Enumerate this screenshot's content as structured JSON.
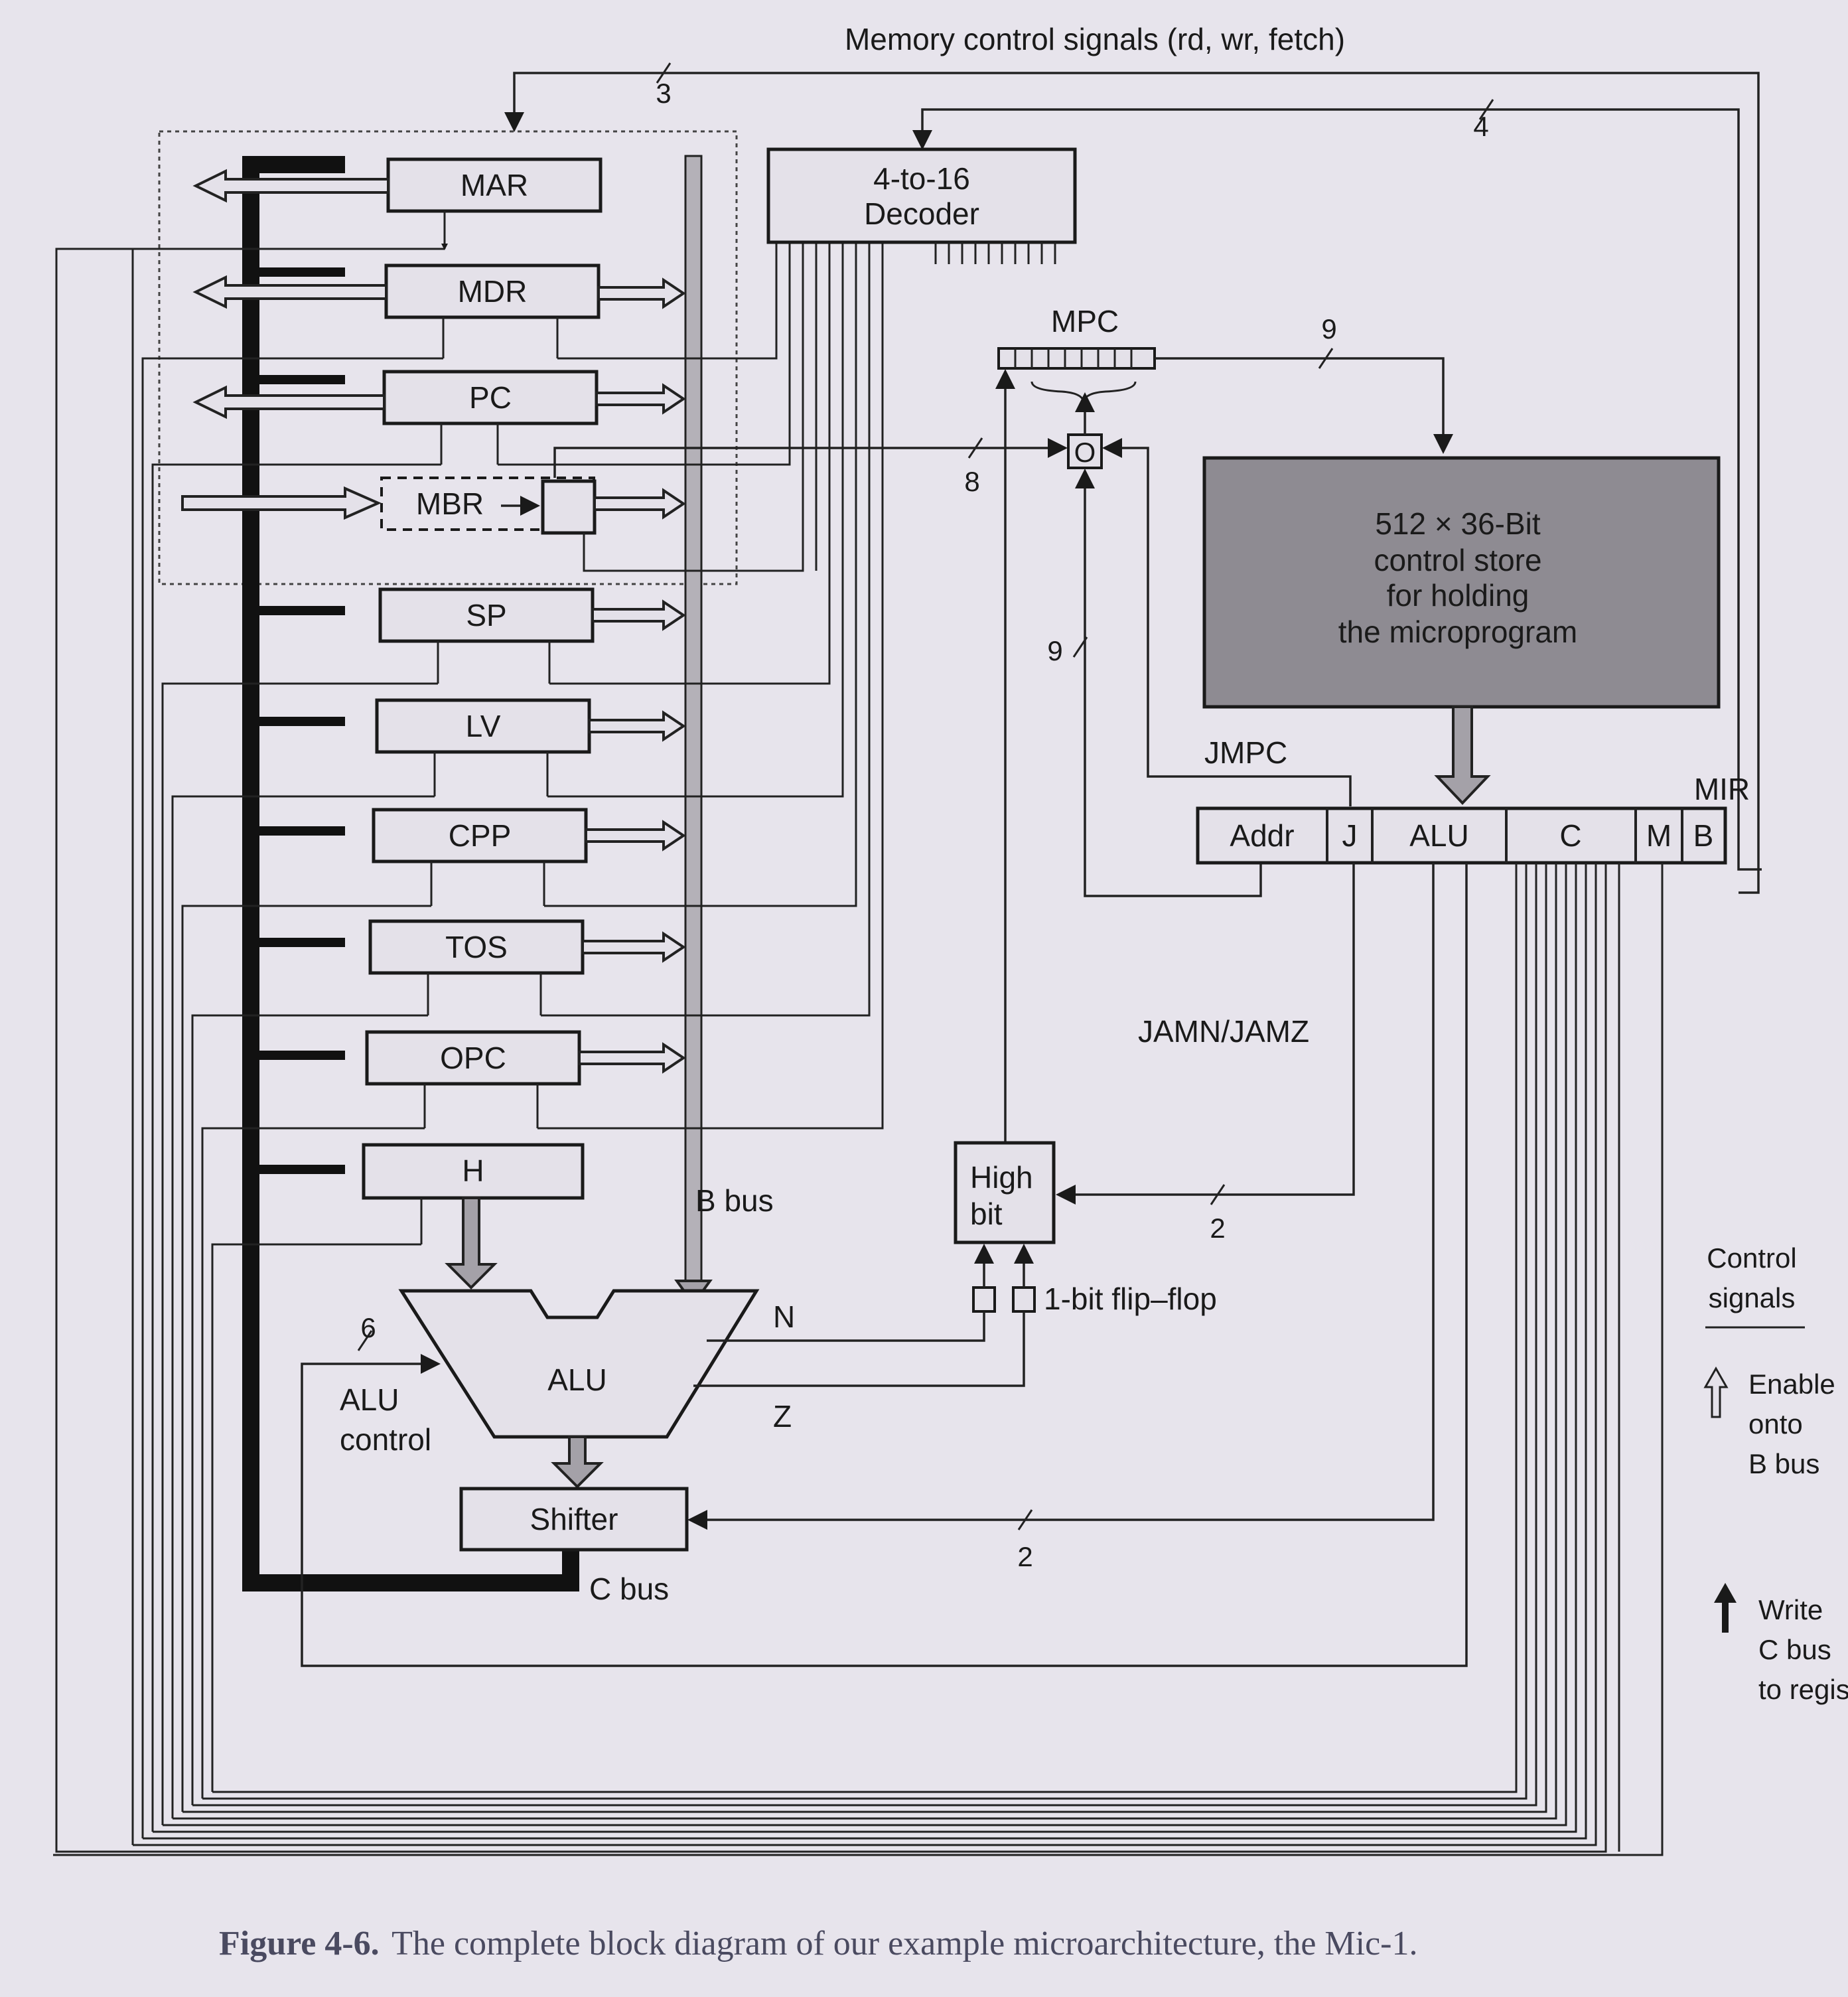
{
  "top_signals": {
    "label": "Memory control signals (rd, wr, fetch)",
    "width_3": "3",
    "width_4": "4"
  },
  "registers": [
    "MAR",
    "MDR",
    "PC",
    "MBR",
    "SP",
    "LV",
    "CPP",
    "TOS",
    "OPC",
    "H"
  ],
  "decoder": {
    "line1": "4-to-16",
    "line2": "Decoder"
  },
  "mpc": {
    "label": "MPC",
    "width_9": "9",
    "or_gate": "O",
    "width_8": "8",
    "width_9b": "9"
  },
  "control_store": {
    "line1": "512 × 36-Bit",
    "line2": "control store",
    "line3": "for holding",
    "line4": "the microprogram"
  },
  "mir": {
    "label": "MIR",
    "fields": [
      "Addr",
      "J",
      "ALU",
      "C",
      "M",
      "B"
    ],
    "jmpc": "JMPC",
    "jamn": "JAMN/JAMZ",
    "width_2": "2"
  },
  "highbit": {
    "line1": "High",
    "line2": "bit"
  },
  "flipflop": "1-bit flip–flop",
  "alu": {
    "label": "ALU",
    "n": "N",
    "z": "Z",
    "control_width": "6",
    "control1": "ALU",
    "control2": "control"
  },
  "shifter": {
    "label": "Shifter",
    "width_2": "2"
  },
  "buses": {
    "b_bus": "B bus",
    "c_bus": "C bus"
  },
  "legend": {
    "title1": "Control",
    "title2": "signals",
    "enable1": "Enable",
    "enable2": "onto",
    "enable3": "B bus",
    "write1": "Write",
    "write2": "C bus",
    "write3": "to regis"
  },
  "caption": {
    "prefix": "Figure 4-6.",
    "text": "The complete block diagram of our example microarchitecture, the Mic-1."
  }
}
